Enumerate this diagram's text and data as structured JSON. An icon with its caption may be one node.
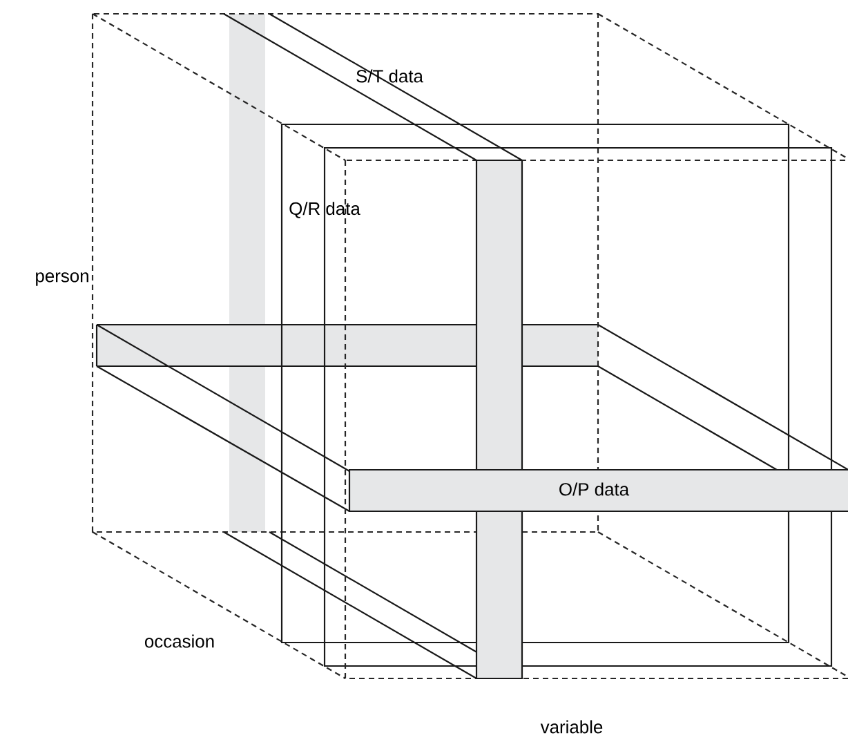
{
  "diagram": {
    "labels": [
      "S/T data",
      "Q/R data",
      "person",
      "O/P data",
      "occasion",
      "variable"
    ]
  }
}
